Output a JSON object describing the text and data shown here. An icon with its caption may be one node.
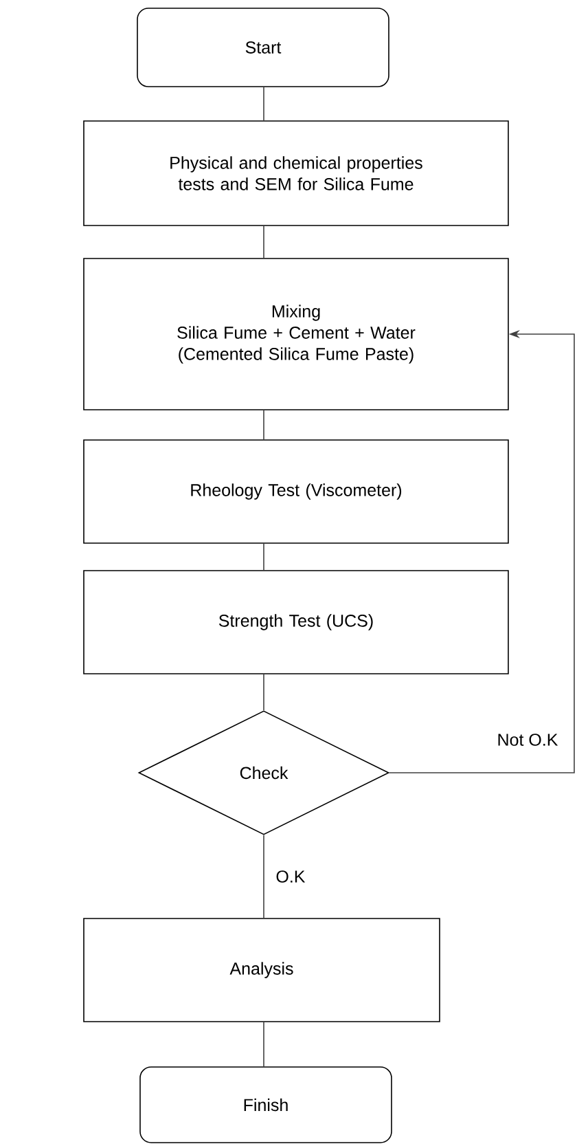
{
  "diagram": {
    "nodes": [
      {
        "text": [
          "Start"
        ]
      },
      {
        "text": [
          "Physical and chemical properties tests and SEM for Silica Fume"
        ]
      },
      {
        "text": [
          "Mixing",
          "Silica Fume + Cement + Water",
          "(Cemented Silica Fume Paste)"
        ]
      },
      {
        "text": [
          "Rheology Test (Viscometer)"
        ]
      },
      {
        "text": [
          "Strength Test (UCS)"
        ]
      },
      {
        "text": [
          "Check"
        ]
      },
      {
        "text": [
          "Analysis"
        ]
      },
      {
        "text": [
          "Finish"
        ]
      }
    ],
    "edges": [
      {
        "from": 0,
        "to": 1,
        "arrow": "none"
      },
      {
        "from": 1,
        "to": 2,
        "arrow": "none"
      },
      {
        "from": 2,
        "to": 3,
        "arrow": "none"
      },
      {
        "from": 3,
        "to": 4,
        "arrow": "none"
      },
      {
        "from": 4,
        "to": 5,
        "arrow": "none"
      },
      {
        "from": 5,
        "to": 2,
        "arrow": "to",
        "label": "Not O.K"
      },
      {
        "from": 5,
        "to": 6,
        "arrow": "none",
        "label": "O.K"
      },
      {
        "from": 6,
        "to": 7,
        "arrow": "none"
      }
    ]
  }
}
